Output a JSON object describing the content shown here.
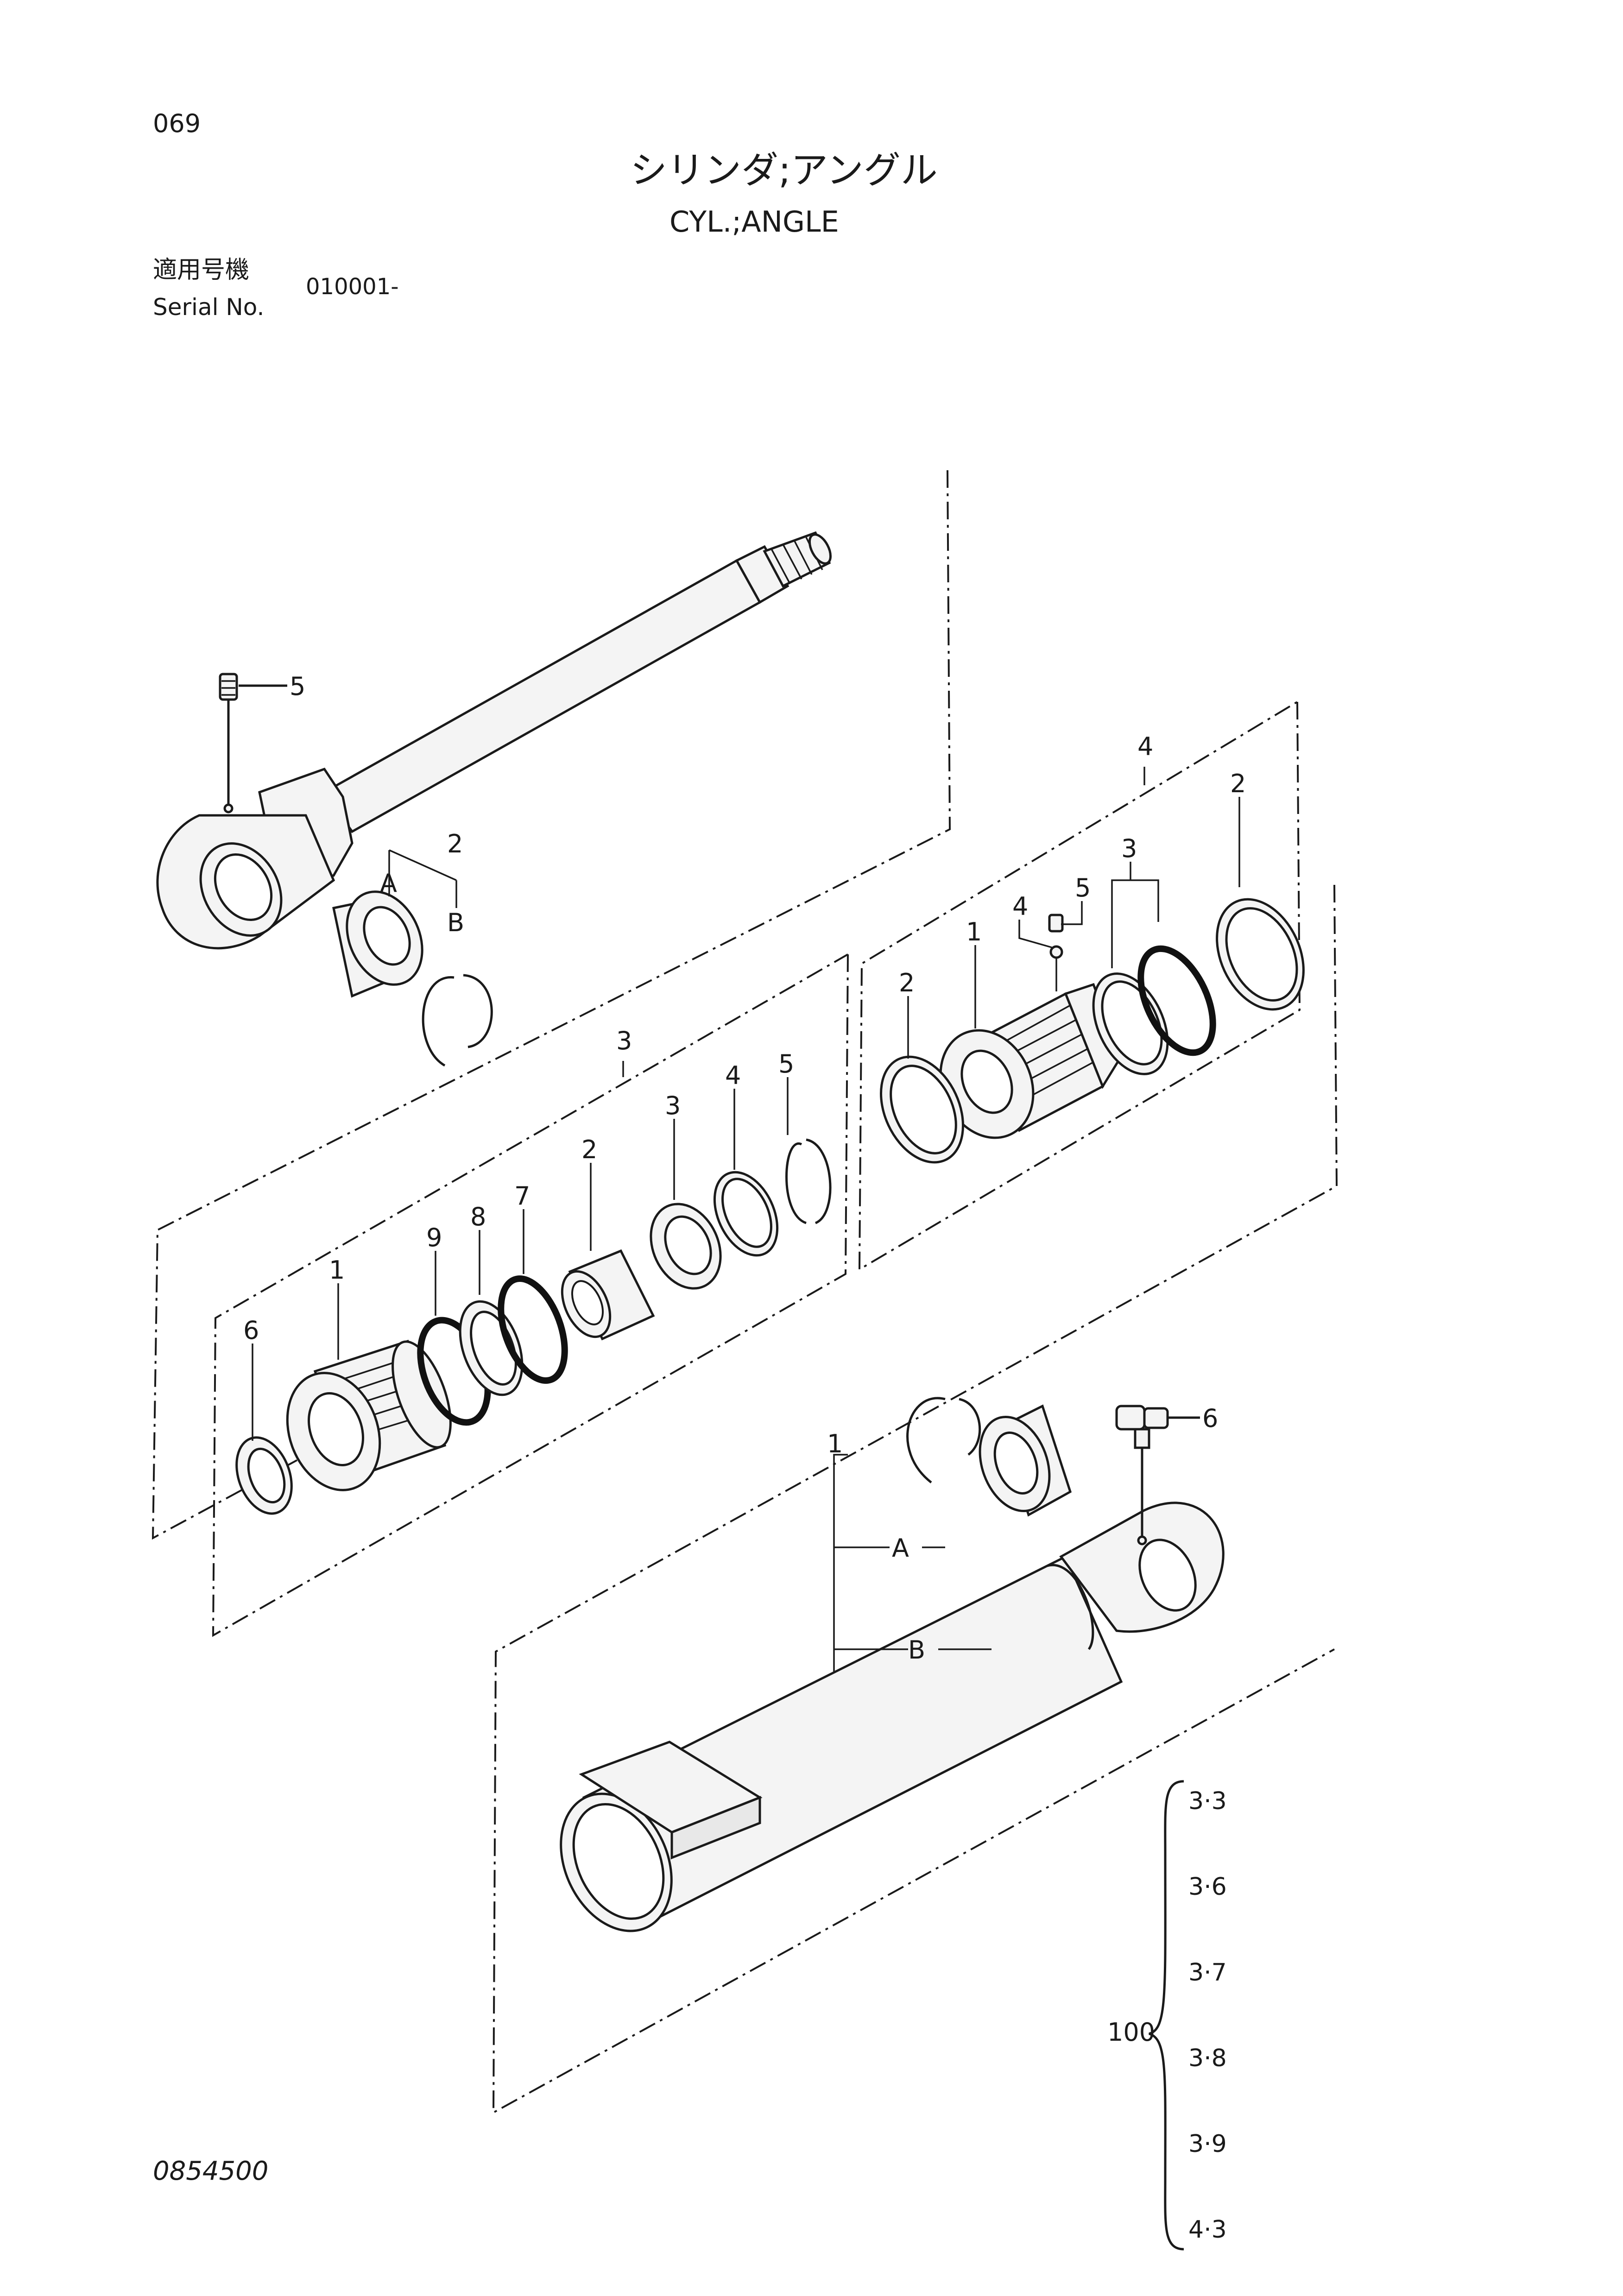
{
  "page": {
    "number": "069",
    "title_jp": "シリンダ;アングル",
    "title_en": "CYL.;ANGLE",
    "serial_label_jp": "適用号機",
    "serial_label_en": "Serial No.",
    "serial_value": "010001-",
    "doc_code": "0854500"
  },
  "callouts": {
    "rod_grease": "5",
    "rod_bushing": "2",
    "rod_A": "A",
    "rod_B": "B",
    "head_group": "3",
    "head_body": "1",
    "head_oring": "6",
    "head_ring9": "9",
    "head_ring8": "8",
    "head_ring7": "7",
    "head_sleeve": "2",
    "head_seal3": "3",
    "head_ring4": "4",
    "head_ring5": "5",
    "piston_group": "4",
    "piston_body": "1",
    "piston_ring_left": "2",
    "piston_screw4": "4",
    "piston_screw5": "5",
    "piston_seal3": "3",
    "piston_ring_right": "2",
    "tube_label": "1",
    "tube_A": "A",
    "tube_B": "B",
    "tube_fitting": "6"
  },
  "seal_kit": {
    "number": "100",
    "items": [
      "3·3",
      "3·6",
      "3·7",
      "3·8",
      "3·9",
      "4·3"
    ]
  }
}
